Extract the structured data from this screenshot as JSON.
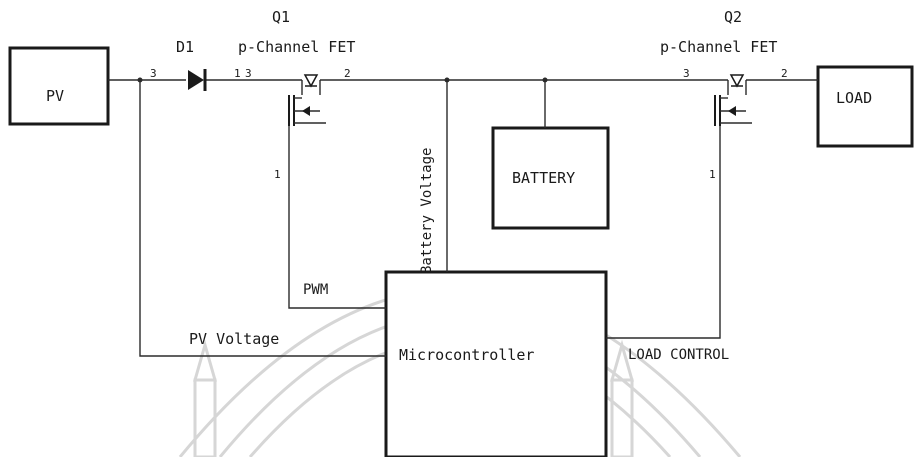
{
  "blocks": {
    "pv": "PV",
    "load": "LOAD",
    "battery": "BATTERY",
    "mcu": "Microcontroller"
  },
  "components": {
    "d1": {
      "ref": "D1"
    },
    "q1": {
      "ref": "Q1",
      "type": "p-Channel FET",
      "pins": [
        "1",
        "2",
        "3"
      ]
    },
    "q2": {
      "ref": "Q2",
      "type": "p-Channel FET",
      "pins": [
        "1",
        "2",
        "3"
      ]
    }
  },
  "pins": {
    "pv_node": "3",
    "d1_out": "1",
    "q1_source": "3",
    "q1_drain": "2",
    "q1_gate": "1",
    "q2_source": "3",
    "q2_drain": "2",
    "q2_gate": "1"
  },
  "signals": {
    "battery_voltage": "Battery Voltage",
    "pwm": "PWM",
    "pv_voltage": "PV Voltage",
    "load_control": "LOAD CONTROL"
  },
  "colors": {
    "line": "#2b2b2b",
    "watermark": "#d6d6d6"
  }
}
